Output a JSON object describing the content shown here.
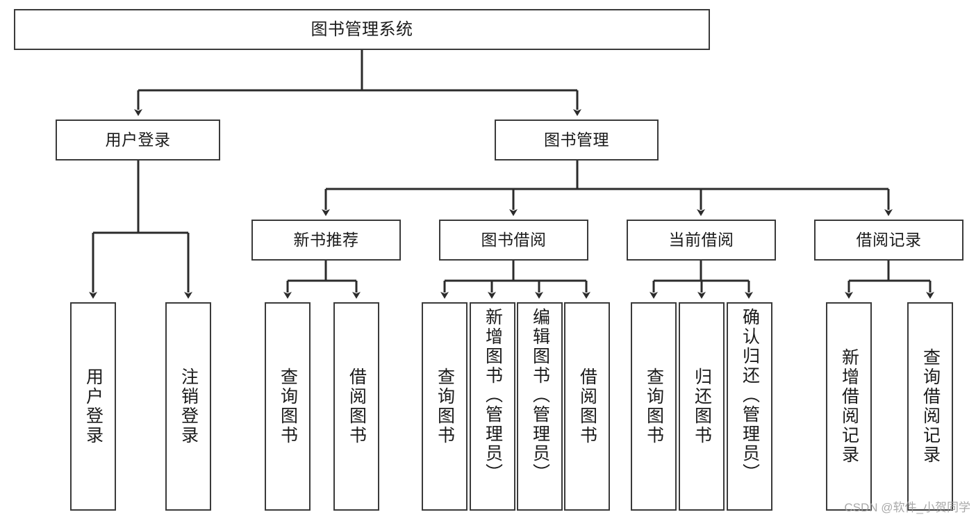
{
  "diagram": {
    "type": "tree-hierarchy",
    "title": "图书管理系统",
    "watermark": "CSDN @软件_小贺同学",
    "colors": {
      "background": "#ffffff",
      "node_border": "#3a3a3a",
      "node_fill": "#ffffff",
      "text": "#1a1a1a",
      "edge": "#2b2b2b",
      "watermark": "#9a9a9a"
    },
    "nodes": {
      "root": {
        "label": "图书管理系统",
        "level": 0
      },
      "user_login": {
        "label": "用户登录",
        "level": 1
      },
      "book_manage": {
        "label": "图书管理",
        "level": 1
      },
      "new_book_rec": {
        "label": "新书推荐",
        "level": 2
      },
      "book_borrow": {
        "label": "图书借阅",
        "level": 2
      },
      "current_borrow": {
        "label": "当前借阅",
        "level": 2
      },
      "borrow_record": {
        "label": "借阅记录",
        "level": 2
      }
    },
    "leaves": {
      "user_login": [
        {
          "label": "用户登录"
        },
        {
          "label": "注销登录"
        }
      ],
      "new_book_rec": [
        {
          "label": "查询图书"
        },
        {
          "label": "借阅图书"
        }
      ],
      "book_borrow": [
        {
          "label": "查询图书"
        },
        {
          "label": "新增图书（管理员）"
        },
        {
          "label": "编辑图书（管理员）"
        },
        {
          "label": "借阅图书"
        }
      ],
      "current_borrow": [
        {
          "label": "查询图书"
        },
        {
          "label": "归还图书"
        },
        {
          "label": "确认归还（管理员）"
        }
      ],
      "borrow_record": [
        {
          "label": "新增借阅记录"
        },
        {
          "label": "查询借阅记录"
        }
      ]
    }
  }
}
